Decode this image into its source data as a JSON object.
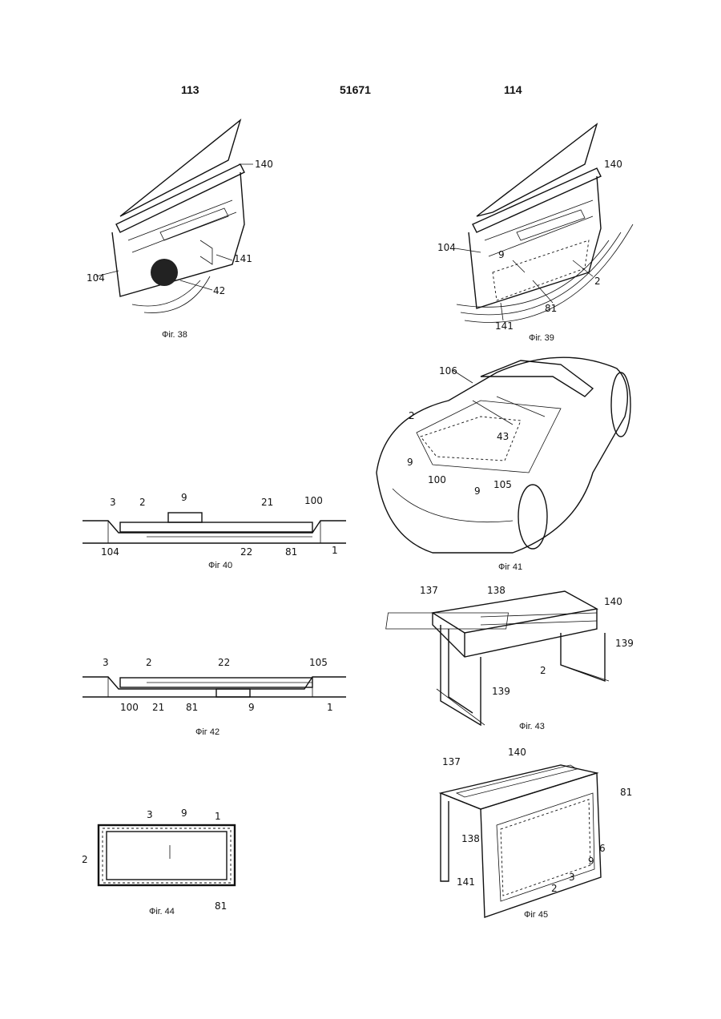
{
  "header": {
    "left_page": "113",
    "doc_number": "51671",
    "right_page": "114"
  },
  "figures": [
    {
      "caption": "Фіг. 38",
      "labels": [
        "140",
        "104",
        "141",
        "42"
      ]
    },
    {
      "caption": "Фіг. 39",
      "labels": [
        "140",
        "104",
        "9",
        "2",
        "81",
        "141"
      ]
    },
    {
      "caption": "Фіг 40",
      "labels": [
        "3",
        "2",
        "9",
        "21",
        "100",
        "104",
        "22",
        "81",
        "1"
      ]
    },
    {
      "caption": "Фіг 41",
      "labels": [
        "106",
        "2",
        "43",
        "9",
        "100",
        "9",
        "105"
      ]
    },
    {
      "caption": "Фіг 42",
      "labels": [
        "3",
        "2",
        "22",
        "105",
        "100",
        "21",
        "81",
        "9",
        "1"
      ]
    },
    {
      "caption": "Фіг. 43",
      "labels": [
        "137",
        "138",
        "140",
        "139",
        "2",
        "139"
      ]
    },
    {
      "caption": "Фіг. 44",
      "labels": [
        "3",
        "9",
        "1",
        "2",
        "81"
      ]
    },
    {
      "caption": "Фіг 45",
      "labels": [
        "137",
        "140",
        "81",
        "138",
        "6",
        "9",
        "3",
        "2",
        "141"
      ]
    }
  ]
}
